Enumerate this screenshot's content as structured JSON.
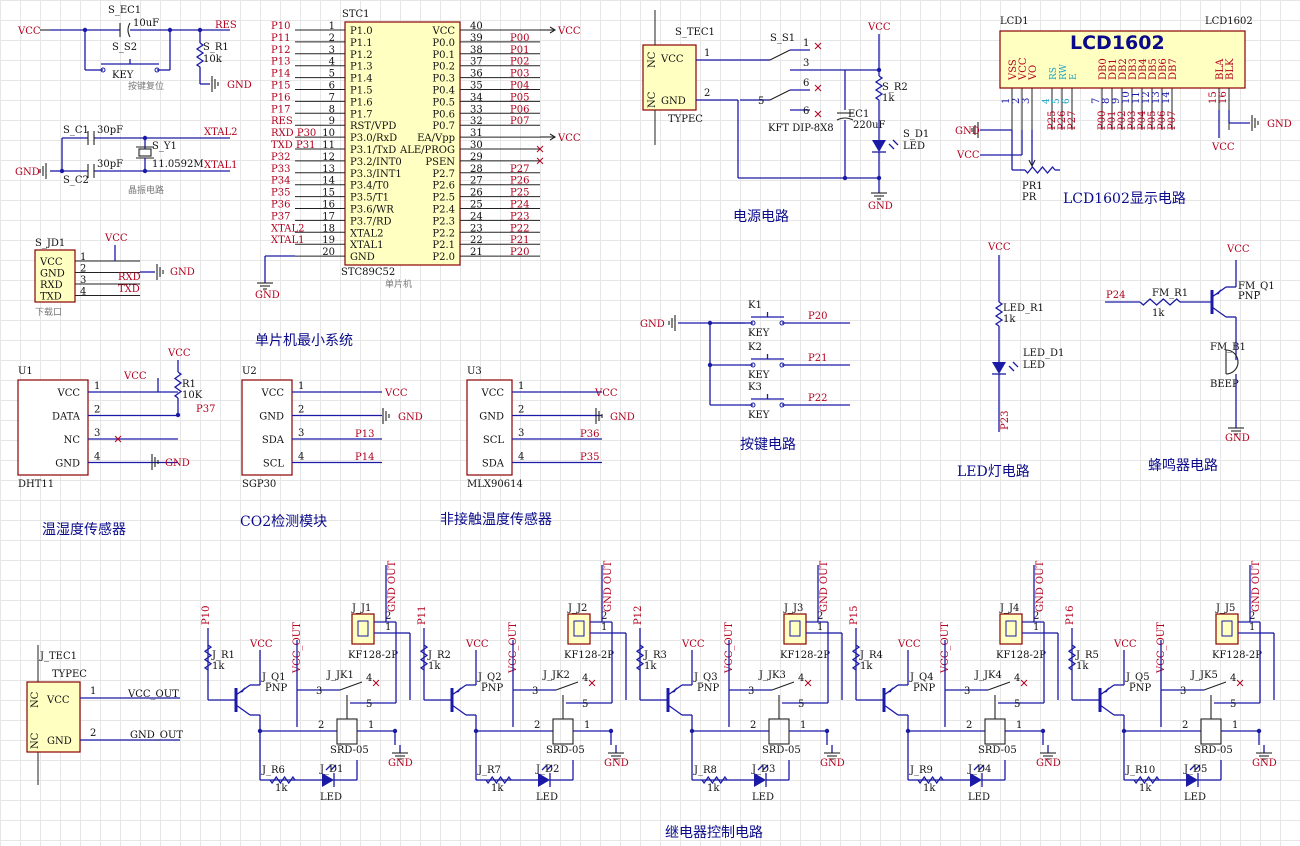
{
  "section_titles": {
    "mcu": "单片机最小系统",
    "power": "电源电路",
    "lcd": "LCD1602显示电路",
    "keys": "按键电路",
    "led": "LED灯电路",
    "buzzer": "蜂鸣器电路",
    "dht": "温湿度传感器",
    "co2": "CO2检测模块",
    "ir": "非接触温度传感器",
    "relay": "继电器控制电路"
  },
  "nets": {
    "vcc": "VCC",
    "gnd": "GND",
    "res": "RES",
    "xtal1": "XTAL1",
    "xtal2": "XTAL2",
    "rxd": "RXD",
    "txd": "TXD",
    "vcc_out": "VCC_OUT",
    "gnd_out": "GND_OUT"
  },
  "reset": {
    "cap_ref": "S_EC1",
    "cap_val": "10uF",
    "sw_ref": "S_S2",
    "sw_val": "KEY",
    "res_ref": "S_R1",
    "res_val": "10k",
    "note": "按键复位"
  },
  "crystal": {
    "c1_ref": "S_C1",
    "c1_val": "30pF",
    "c2_ref": "S_C2",
    "c2_val": "30pF",
    "y_ref": "S_Y1",
    "y_val": "11.0592M",
    "note": "晶振电路"
  },
  "download": {
    "ref": "S_JD1",
    "pins": [
      "VCC",
      "GND",
      "RXD",
      "TXD"
    ],
    "nums": [
      "1",
      "2",
      "3",
      "4"
    ],
    "note": "下载口"
  },
  "mcu": {
    "ref": "STC1",
    "part": "STC89C52",
    "note": "单片机",
    "left_pins": [
      {
        "n": "1",
        "name": "P1.0",
        "net": "P10"
      },
      {
        "n": "2",
        "name": "P1.1",
        "net": "P11"
      },
      {
        "n": "3",
        "name": "P1.2",
        "net": "P12"
      },
      {
        "n": "4",
        "name": "P1.3",
        "net": "P13"
      },
      {
        "n": "5",
        "name": "P1.4",
        "net": "P14"
      },
      {
        "n": "6",
        "name": "P1.5",
        "net": "P15"
      },
      {
        "n": "7",
        "name": "P1.6",
        "net": "P16"
      },
      {
        "n": "8",
        "name": "P1.7",
        "net": "P17"
      },
      {
        "n": "9",
        "name": "RST/VPD",
        "net": "RES"
      },
      {
        "n": "10",
        "name": "P3.0/RxD",
        "net": "RXD P30"
      },
      {
        "n": "11",
        "name": "P3.1/TxD",
        "net": "TXD P31"
      },
      {
        "n": "12",
        "name": "P3.2/INT0",
        "net": "P32"
      },
      {
        "n": "13",
        "name": "P3.3/INT1",
        "net": "P33"
      },
      {
        "n": "14",
        "name": "P3.4/T0",
        "net": "P34"
      },
      {
        "n": "15",
        "name": "P3.5/T1",
        "net": "P35"
      },
      {
        "n": "16",
        "name": "P3.6/WR",
        "net": "P36"
      },
      {
        "n": "17",
        "name": "P3.7/RD",
        "net": "P37"
      },
      {
        "n": "18",
        "name": "XTAL2",
        "net": "XTAL2"
      },
      {
        "n": "19",
        "name": "XTAL1",
        "net": "XTAL1"
      },
      {
        "n": "20",
        "name": "GND",
        "net": ""
      }
    ],
    "right_pins": [
      {
        "n": "40",
        "name": "VCC",
        "net": "VCC"
      },
      {
        "n": "39",
        "name": "P0.0",
        "net": "P00"
      },
      {
        "n": "38",
        "name": "P0.1",
        "net": "P01"
      },
      {
        "n": "37",
        "name": "P0.2",
        "net": "P02"
      },
      {
        "n": "36",
        "name": "P0.3",
        "net": "P03"
      },
      {
        "n": "35",
        "name": "P0.4",
        "net": "P04"
      },
      {
        "n": "34",
        "name": "P0.5",
        "net": "P05"
      },
      {
        "n": "33",
        "name": "P0.6",
        "net": "P06"
      },
      {
        "n": "32",
        "name": "P0.7",
        "net": "P07"
      },
      {
        "n": "31",
        "name": "EA/Vpp",
        "net": "VCC"
      },
      {
        "n": "30",
        "name": "ALE/PROG",
        "net": ""
      },
      {
        "n": "29",
        "name": "PSEN",
        "net": ""
      },
      {
        "n": "28",
        "name": "P2.7",
        "net": "P27"
      },
      {
        "n": "27",
        "name": "P2.6",
        "net": "P26"
      },
      {
        "n": "26",
        "name": "P2.5",
        "net": "P25"
      },
      {
        "n": "25",
        "name": "P2.4",
        "net": "P24"
      },
      {
        "n": "24",
        "name": "P2.3",
        "net": "P23"
      },
      {
        "n": "23",
        "name": "P2.2",
        "net": "P22"
      },
      {
        "n": "22",
        "name": "P2.1",
        "net": "P21"
      },
      {
        "n": "21",
        "name": "P2.0",
        "net": "P20"
      }
    ]
  },
  "power": {
    "jack_ref": "S_TEC1",
    "jack_part": "TYPEC",
    "pin_vcc": "VCC",
    "pin_gnd": "GND",
    "pin_nc": "NC",
    "sw_ref": "S_S1",
    "sw_part": "KFT DIP-8X8",
    "cap_ref": "EC1",
    "cap_val": "220uF",
    "res_ref": "S_R2",
    "res_val": "1k",
    "led_ref": "S_D1",
    "led_val": "LED"
  },
  "lcd": {
    "ref": "LCD1",
    "part": "LCD1602",
    "title": "LCD1602",
    "pin_names": [
      "VSS",
      "VCC",
      "VO",
      "RS",
      "RW",
      "E",
      "DB0",
      "DB1",
      "DB2",
      "DB3",
      "DB4",
      "DB5",
      "DB6",
      "DB7",
      "BLA",
      "BLK"
    ],
    "pin_nums": [
      "1",
      "2",
      "3",
      "4",
      "5",
      "6",
      "7",
      "8",
      "9",
      "10",
      "11",
      "12",
      "13",
      "14",
      "15",
      "16"
    ],
    "nets": [
      "P25",
      "P26",
      "P27",
      "P00",
      "P01",
      "P02",
      "P03",
      "P04",
      "P05",
      "P06",
      "P07"
    ],
    "pot_ref": "PR1",
    "pot_val": "PR"
  },
  "keys": {
    "items": [
      {
        "ref": "K1",
        "val": "KEY",
        "net": "P20"
      },
      {
        "ref": "K2",
        "val": "KEY",
        "net": "P21"
      },
      {
        "ref": "K3",
        "val": "KEY",
        "net": "P22"
      }
    ]
  },
  "led": {
    "r_ref": "LED_R1",
    "r_val": "1k",
    "d_ref": "LED_D1",
    "d_val": "LED",
    "net": "P23"
  },
  "buzzer": {
    "net": "P24",
    "r_ref": "FM_R1",
    "r_val": "1k",
    "q_ref": "FM_Q1",
    "q_val": "PNP",
    "b_ref": "FM_B1",
    "b_val": "BEEP"
  },
  "dht": {
    "ref": "U1",
    "part": "DHT11",
    "pins": [
      "VCC",
      "DATA",
      "NC",
      "GND"
    ],
    "nums": [
      "1",
      "2",
      "3",
      "4"
    ],
    "r_ref": "R1",
    "r_val": "10K",
    "net": "P37"
  },
  "co2": {
    "ref": "U2",
    "part": "SGP30",
    "pins": [
      "VCC",
      "GND",
      "SDA",
      "SCL"
    ],
    "nums": [
      "1",
      "2",
      "3",
      "4"
    ],
    "nets": [
      "P13",
      "P14"
    ]
  },
  "ir": {
    "ref": "U3",
    "part": "MLX90614",
    "pins": [
      "VCC",
      "GND",
      "SCL",
      "SDA"
    ],
    "nums": [
      "1",
      "2",
      "3",
      "4"
    ],
    "nets": [
      "P36",
      "P35"
    ]
  },
  "relay_jack": {
    "ref": "J_TEC1",
    "part": "TYPEC",
    "pins": [
      "VCC",
      "GND"
    ],
    "nc": "NC"
  },
  "relays": [
    {
      "net": "P10",
      "r": "J_R1",
      "q": "J_Q1",
      "jk": "J_JK1",
      "rd": "J_R6",
      "d": "J_D1",
      "j": "J_J1"
    },
    {
      "net": "P11",
      "r": "J_R2",
      "q": "J_Q2",
      "jk": "J_JK2",
      "rd": "J_R7",
      "d": "J_D2",
      "j": "J_J2"
    },
    {
      "net": "P12",
      "r": "J_R3",
      "q": "J_Q3",
      "jk": "J_JK3",
      "rd": "J_R8",
      "d": "J_D3",
      "j": "J_J3"
    },
    {
      "net": "P15",
      "r": "J_R4",
      "q": "J_Q4",
      "jk": "J_JK4",
      "rd": "J_R9",
      "d": "J_D4",
      "j": "J_J4"
    },
    {
      "net": "P16",
      "r": "J_R5",
      "q": "J_Q5",
      "jk": "J_JK5",
      "rd": "J_R10",
      "d": "J_D5",
      "j": "J_J5"
    }
  ],
  "relay_common": {
    "r_val": "1k",
    "q_val": "PNP",
    "jk_val": "SRD-05",
    "d_val": "LED",
    "j_val": "KF128-2P",
    "vcc_out": "VCC_OUT",
    "gnd_out": "GND OUT"
  }
}
